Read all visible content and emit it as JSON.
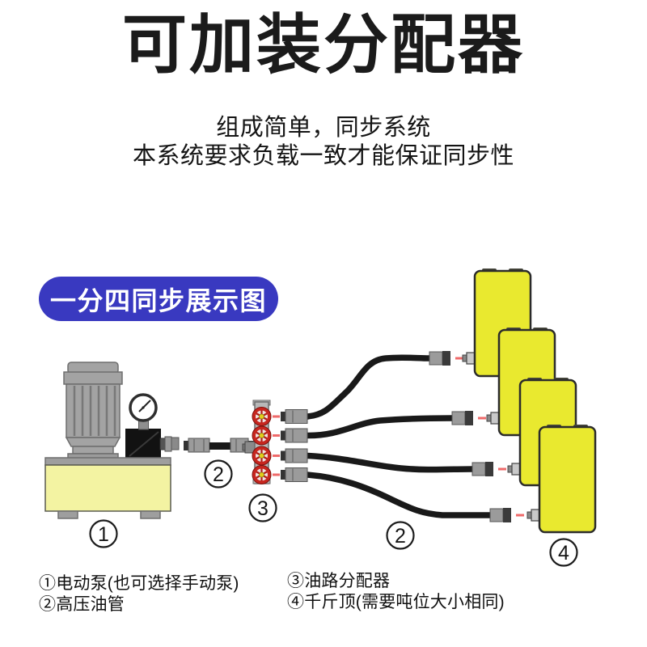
{
  "header": {
    "title": "可加装分配器",
    "subtitle_line1": "组成简单，同步系统",
    "subtitle_line2": "本系统要求负载一致才能保证同步性"
  },
  "section_badge": {
    "label": "一分四同步展示图"
  },
  "diagram": {
    "description": "one-pump to four-jack synchronous hydraulic system",
    "callouts": {
      "pump": "1",
      "pump_hose": "2",
      "distributor": "3",
      "jack_hoses": "2",
      "jacks": "4"
    }
  },
  "legend": {
    "left": [
      "①电动泵(也可选择手动泵)",
      "②高压油管"
    ],
    "right": [
      "③油路分配器",
      "④千斤顶(需要吨位大小相同)"
    ]
  },
  "colors": {
    "badge_blue": "#3939c0",
    "jack_yellow": "#e9e92f",
    "tank_yellow": "#f3f3a2",
    "valve_red": "#c7261f",
    "valve_hub_yellow": "#e3cf1b",
    "metal_gray": "#a3a3a3",
    "hose_black": "#191919",
    "connection_dash_red": "#ef6a6a",
    "title_black": "#1b1b1b"
  }
}
